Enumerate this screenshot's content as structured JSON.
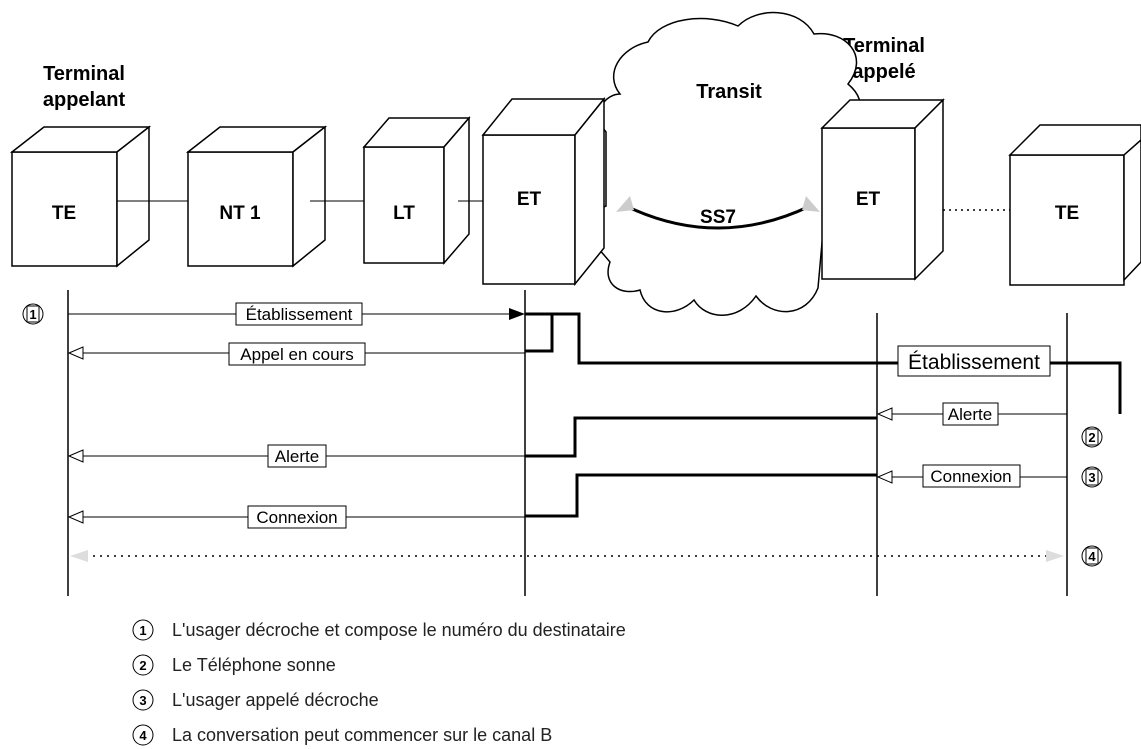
{
  "header": {
    "calling_terminal": [
      "Terminal",
      "appelant"
    ],
    "called_terminal": [
      "Terminal",
      "appelé"
    ],
    "transit": "Transit",
    "ss7": "SS7"
  },
  "nodes": {
    "te_left": "TE",
    "nt1": "NT 1",
    "lt": "LT",
    "et_left": "ET",
    "et_right": "ET",
    "te_right": "TE"
  },
  "messages": {
    "etablissement_1": "Établissement",
    "appel_en_cours": "Appel en cours",
    "etablissement_2": "Établissement",
    "alerte_right": "Alerte",
    "alerte_left": "Alerte",
    "connexion_right": "Connexion",
    "connexion_left": "Connexion"
  },
  "markers": {
    "m1": "1",
    "m2": "2",
    "m3": "3",
    "m4": "4"
  },
  "legend": [
    {
      "num": "1",
      "text": "L'usager décroche et compose le numéro du destinataire"
    },
    {
      "num": "2",
      "text": "Le Téléphone sonne"
    },
    {
      "num": "3",
      "text": "L'usager appelé décroche"
    },
    {
      "num": "4",
      "text": "La conversation peut commencer sur le canal B"
    }
  ]
}
